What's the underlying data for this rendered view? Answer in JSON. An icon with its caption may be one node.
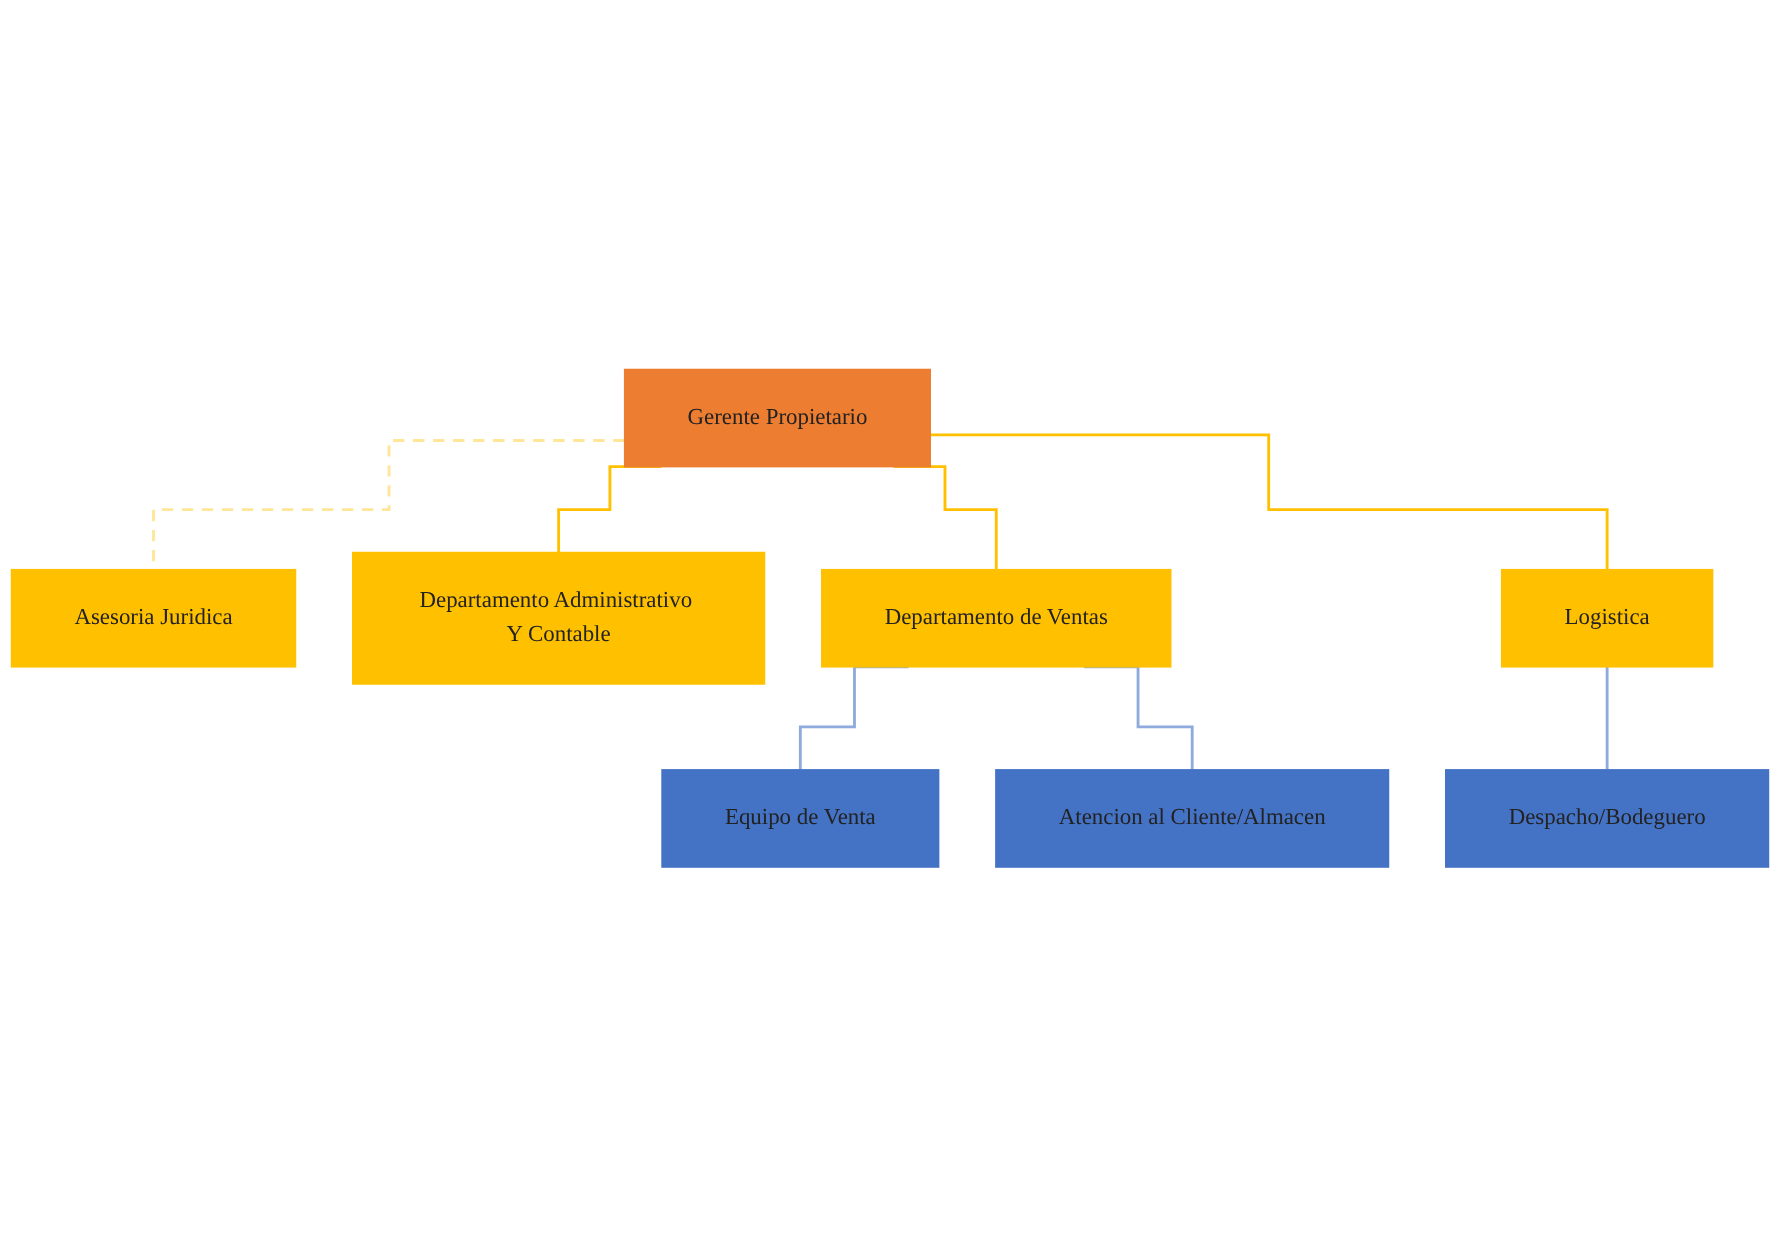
{
  "diagram": {
    "nodes": [
      {
        "text": [
          "Gerente Propietario"
        ]
      },
      {
        "text": [
          "Asesoria Juridica"
        ]
      },
      {
        "text": [
          "Departamento Administrativo Y Contable"
        ]
      },
      {
        "text": [
          "Departamento de Ventas"
        ]
      },
      {
        "text": [
          "Logistica"
        ]
      },
      {
        "text": [
          "Equipo de Venta"
        ]
      },
      {
        "text": [
          "Atencion al Cliente/Almacen"
        ]
      },
      {
        "text": [
          "Despacho/Bodeguero"
        ]
      }
    ],
    "edges": [
      {
        "from": 0,
        "to": 1,
        "arrow": "none",
        "style": "dashed",
        "color": "#ffe699"
      },
      {
        "from": 0,
        "to": 2,
        "arrow": "none"
      },
      {
        "from": 0,
        "to": 3,
        "arrow": "none"
      },
      {
        "from": 0,
        "to": 4,
        "arrow": "none"
      },
      {
        "from": 3,
        "to": 5,
        "arrow": "none",
        "color": "#8faadc"
      },
      {
        "from": 3,
        "to": 6,
        "arrow": "none",
        "color": "#8faadc"
      },
      {
        "from": 4,
        "to": 7,
        "arrow": "none",
        "color": "#8faadc"
      }
    ]
  }
}
